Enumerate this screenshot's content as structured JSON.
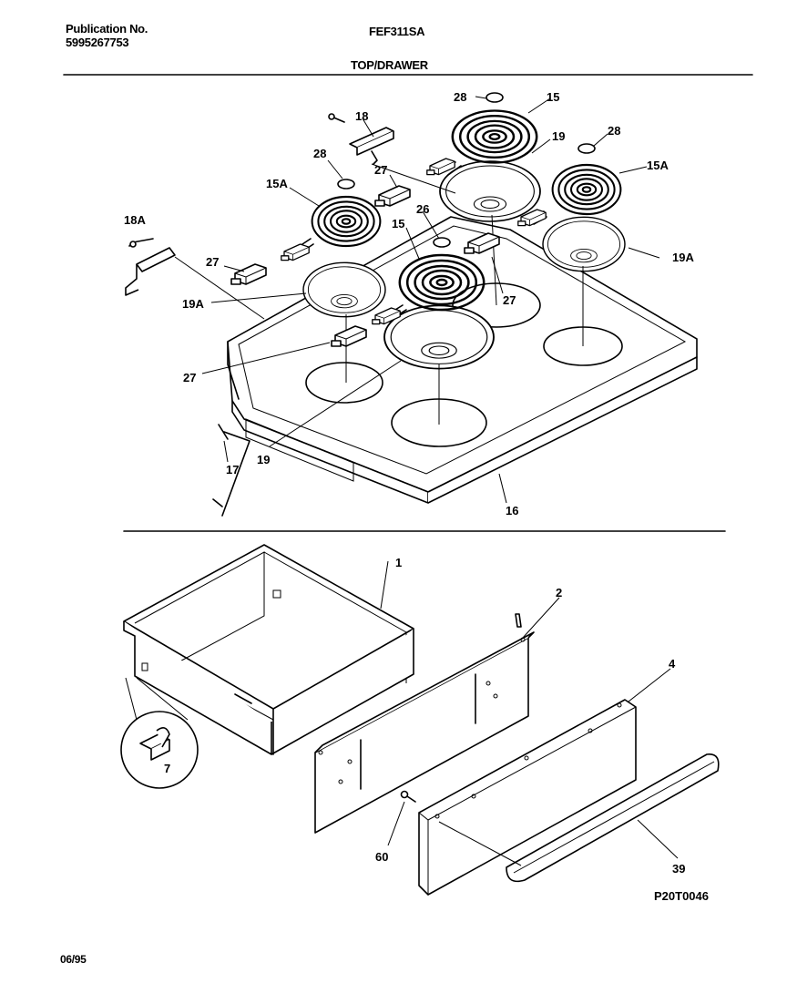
{
  "header": {
    "publication_label": "Publication No.",
    "publication_number": "5995267753",
    "model": "FEF311SA",
    "section_title": "TOP/DRAWER"
  },
  "footer": {
    "date": "06/95",
    "drawing_code": "P20T0046"
  },
  "callouts": {
    "c18_top": "18",
    "c28_a": "28",
    "c15_top": "15",
    "c19_top": "19",
    "c28_b": "28",
    "c15a_right": "15A",
    "c28_c": "28",
    "c27_a": "27",
    "c15a_left": "15A",
    "c26": "26",
    "c15_mid": "15",
    "c18a": "18A",
    "c27_b": "27",
    "c19a_right": "19A",
    "c19a_left": "19A",
    "c27_c": "27",
    "c27_d": "27",
    "c17": "17",
    "c19_bottom": "19",
    "c16": "16",
    "c1": "1",
    "c2": "2",
    "c4": "4",
    "c7": "7",
    "c60": "60",
    "c39": "39"
  }
}
